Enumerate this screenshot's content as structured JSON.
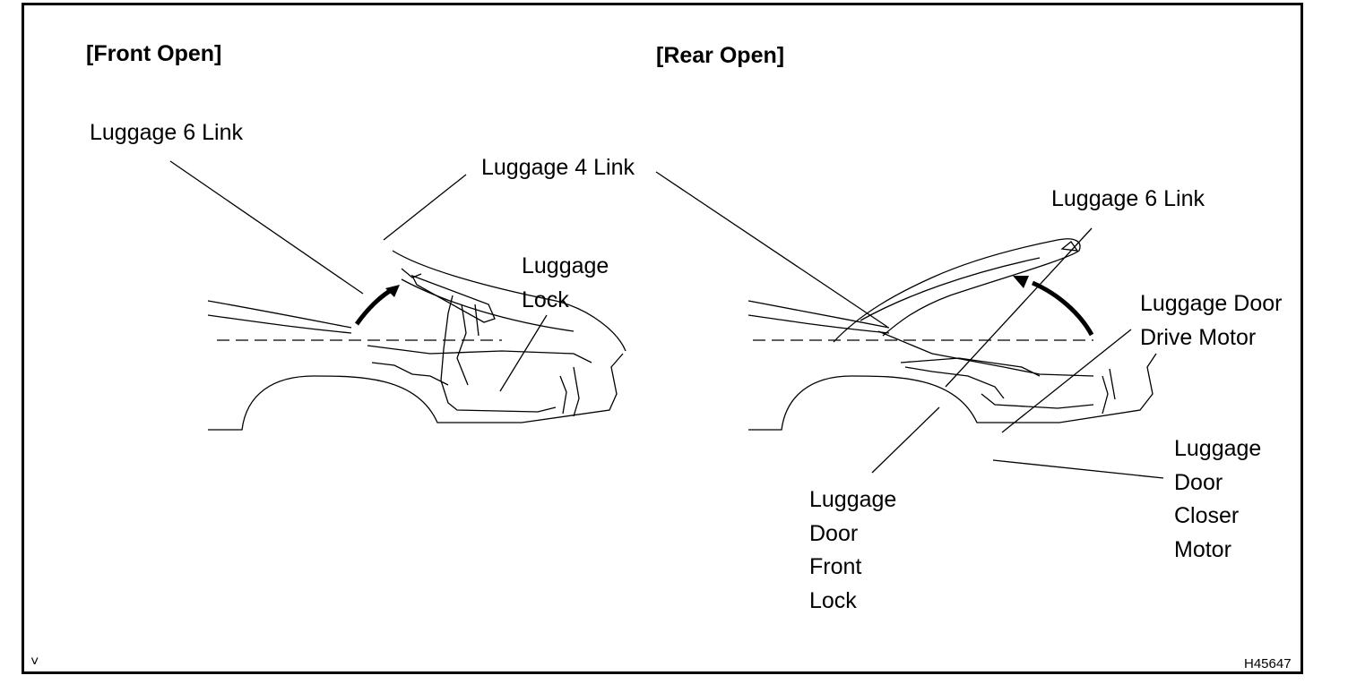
{
  "headers": {
    "front": "[Front Open]",
    "rear": "[Rear Open]"
  },
  "labels": {
    "front_l6": "Luggage 6 Link",
    "front_l4": "Luggage 4 Link",
    "front_lock": [
      "Luggage",
      "Lock"
    ],
    "rear_l6": "Luggage 6 Link",
    "rear_drive": [
      "Luggage Door",
      "Drive Motor"
    ],
    "rear_closer": [
      "Luggage",
      "Door",
      "Closer",
      "Motor"
    ],
    "rear_front_lock": [
      "Luggage",
      "Door",
      "Front",
      "Lock"
    ]
  },
  "code": "H45647",
  "corner_mark": "˅"
}
